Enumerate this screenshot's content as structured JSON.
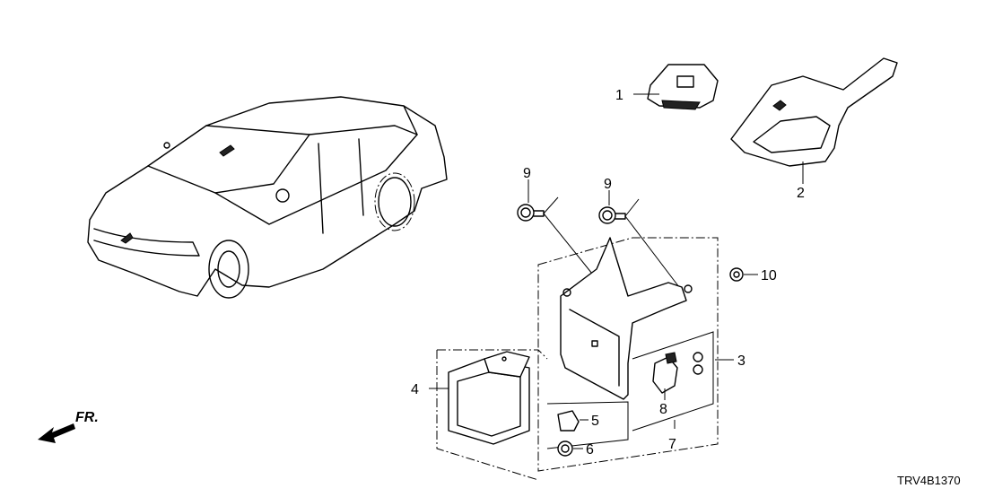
{
  "diagram": {
    "callouts": {
      "p1": "1",
      "p2": "2",
      "p3": "3",
      "p4": "4",
      "p5": "5",
      "p6": "6",
      "p7": "7",
      "p8": "8",
      "p9a": "9",
      "p9b": "9",
      "p10": "10"
    },
    "direction_label": "FR.",
    "diagram_code": "TRV4B1370"
  }
}
